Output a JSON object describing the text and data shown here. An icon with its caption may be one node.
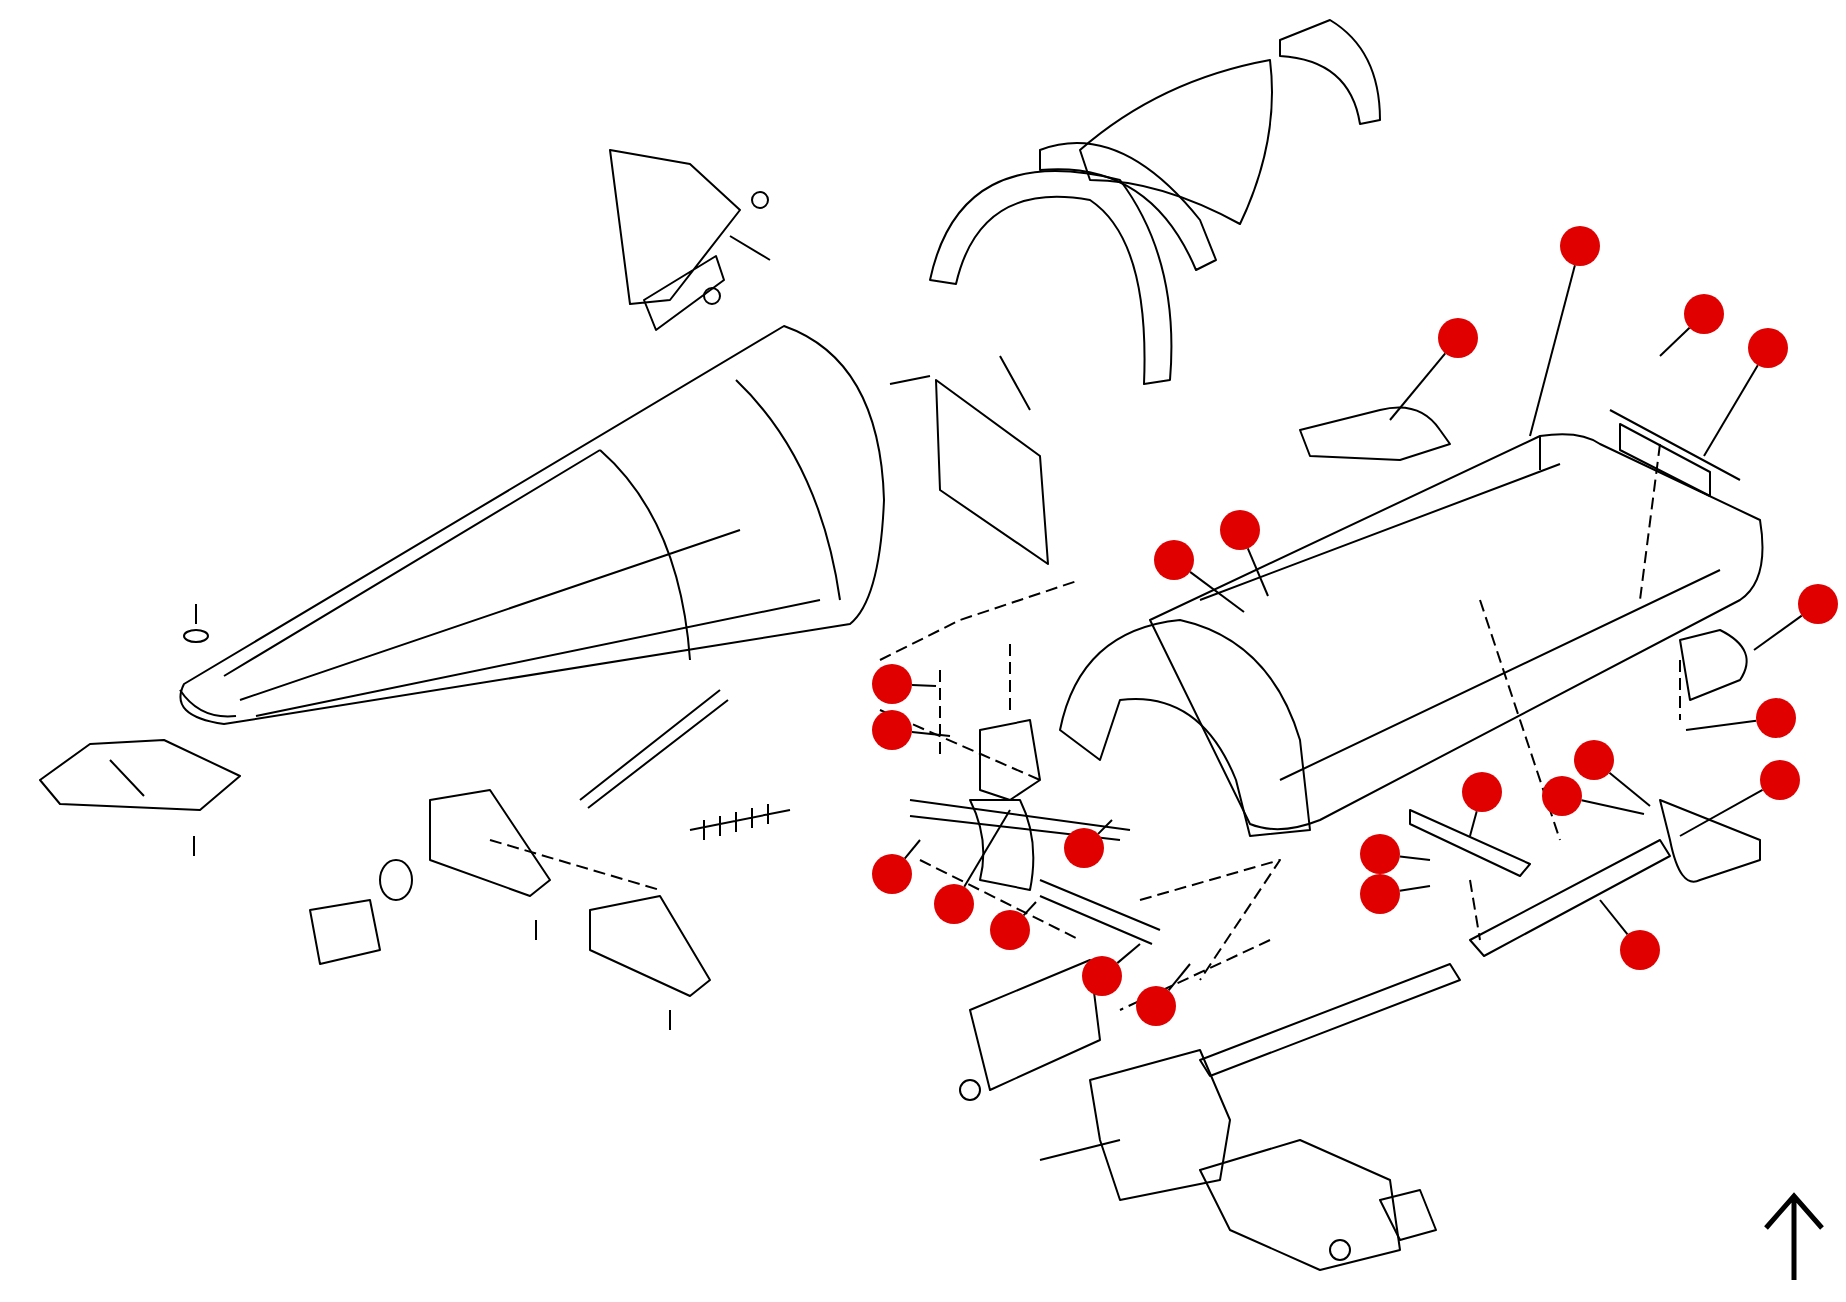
{
  "diagram": {
    "nodes": [
      {
        "text": [],
        "shape": "circle"
      },
      {
        "text": [],
        "shape": "circle"
      },
      {
        "text": [],
        "shape": "circle"
      },
      {
        "text": [],
        "shape": "circle"
      },
      {
        "text": [],
        "shape": "circle"
      },
      {
        "text": [],
        "shape": "circle"
      },
      {
        "text": [],
        "shape": "circle"
      },
      {
        "text": [],
        "shape": "circle"
      },
      {
        "text": [],
        "shape": "circle"
      },
      {
        "text": [],
        "shape": "circle"
      },
      {
        "text": [],
        "shape": "circle"
      },
      {
        "text": [],
        "shape": "circle"
      },
      {
        "text": [],
        "shape": "circle"
      },
      {
        "text": [],
        "shape": "circle"
      },
      {
        "text": [],
        "shape": "circle"
      },
      {
        "text": [],
        "shape": "circle"
      },
      {
        "text": [],
        "shape": "circle"
      },
      {
        "text": [],
        "shape": "circle"
      },
      {
        "text": [],
        "shape": "circle"
      },
      {
        "text": [],
        "shape": "circle"
      },
      {
        "text": [],
        "shape": "circle"
      },
      {
        "text": [],
        "shape": "circle"
      },
      {
        "text": [],
        "shape": "circle"
      }
    ],
    "edges": [
      {
        "from": 0,
        "to": null,
        "arrow": "none"
      },
      {
        "from": 1,
        "to": null,
        "arrow": "none"
      },
      {
        "from": 2,
        "to": null,
        "arrow": "none"
      },
      {
        "from": 3,
        "to": null,
        "arrow": "none"
      },
      {
        "from": 4,
        "to": null,
        "arrow": "none"
      },
      {
        "from": 5,
        "to": null,
        "arrow": "none"
      },
      {
        "from": 6,
        "to": null,
        "arrow": "none"
      },
      {
        "from": 7,
        "to": null,
        "arrow": "none"
      },
      {
        "from": 8,
        "to": null,
        "arrow": "none"
      },
      {
        "from": 9,
        "to": null,
        "arrow": "none"
      },
      {
        "from": 10,
        "to": null,
        "arrow": "none"
      },
      {
        "from": 11,
        "to": null,
        "arrow": "none"
      },
      {
        "from": 12,
        "to": null,
        "arrow": "none"
      },
      {
        "from": 13,
        "to": null,
        "arrow": "none"
      },
      {
        "from": 14,
        "to": null,
        "arrow": "none"
      },
      {
        "from": 15,
        "to": null,
        "arrow": "none"
      },
      {
        "from": 16,
        "to": null,
        "arrow": "none"
      },
      {
        "from": 17,
        "to": null,
        "arrow": "none"
      },
      {
        "from": 18,
        "to": null,
        "arrow": "none"
      },
      {
        "from": 19,
        "to": null,
        "arrow": "none"
      },
      {
        "from": 20,
        "to": null,
        "arrow": "none"
      },
      {
        "from": 21,
        "to": null,
        "arrow": "none"
      },
      {
        "from": 22,
        "to": null,
        "arrow": "none"
      }
    ]
  }
}
